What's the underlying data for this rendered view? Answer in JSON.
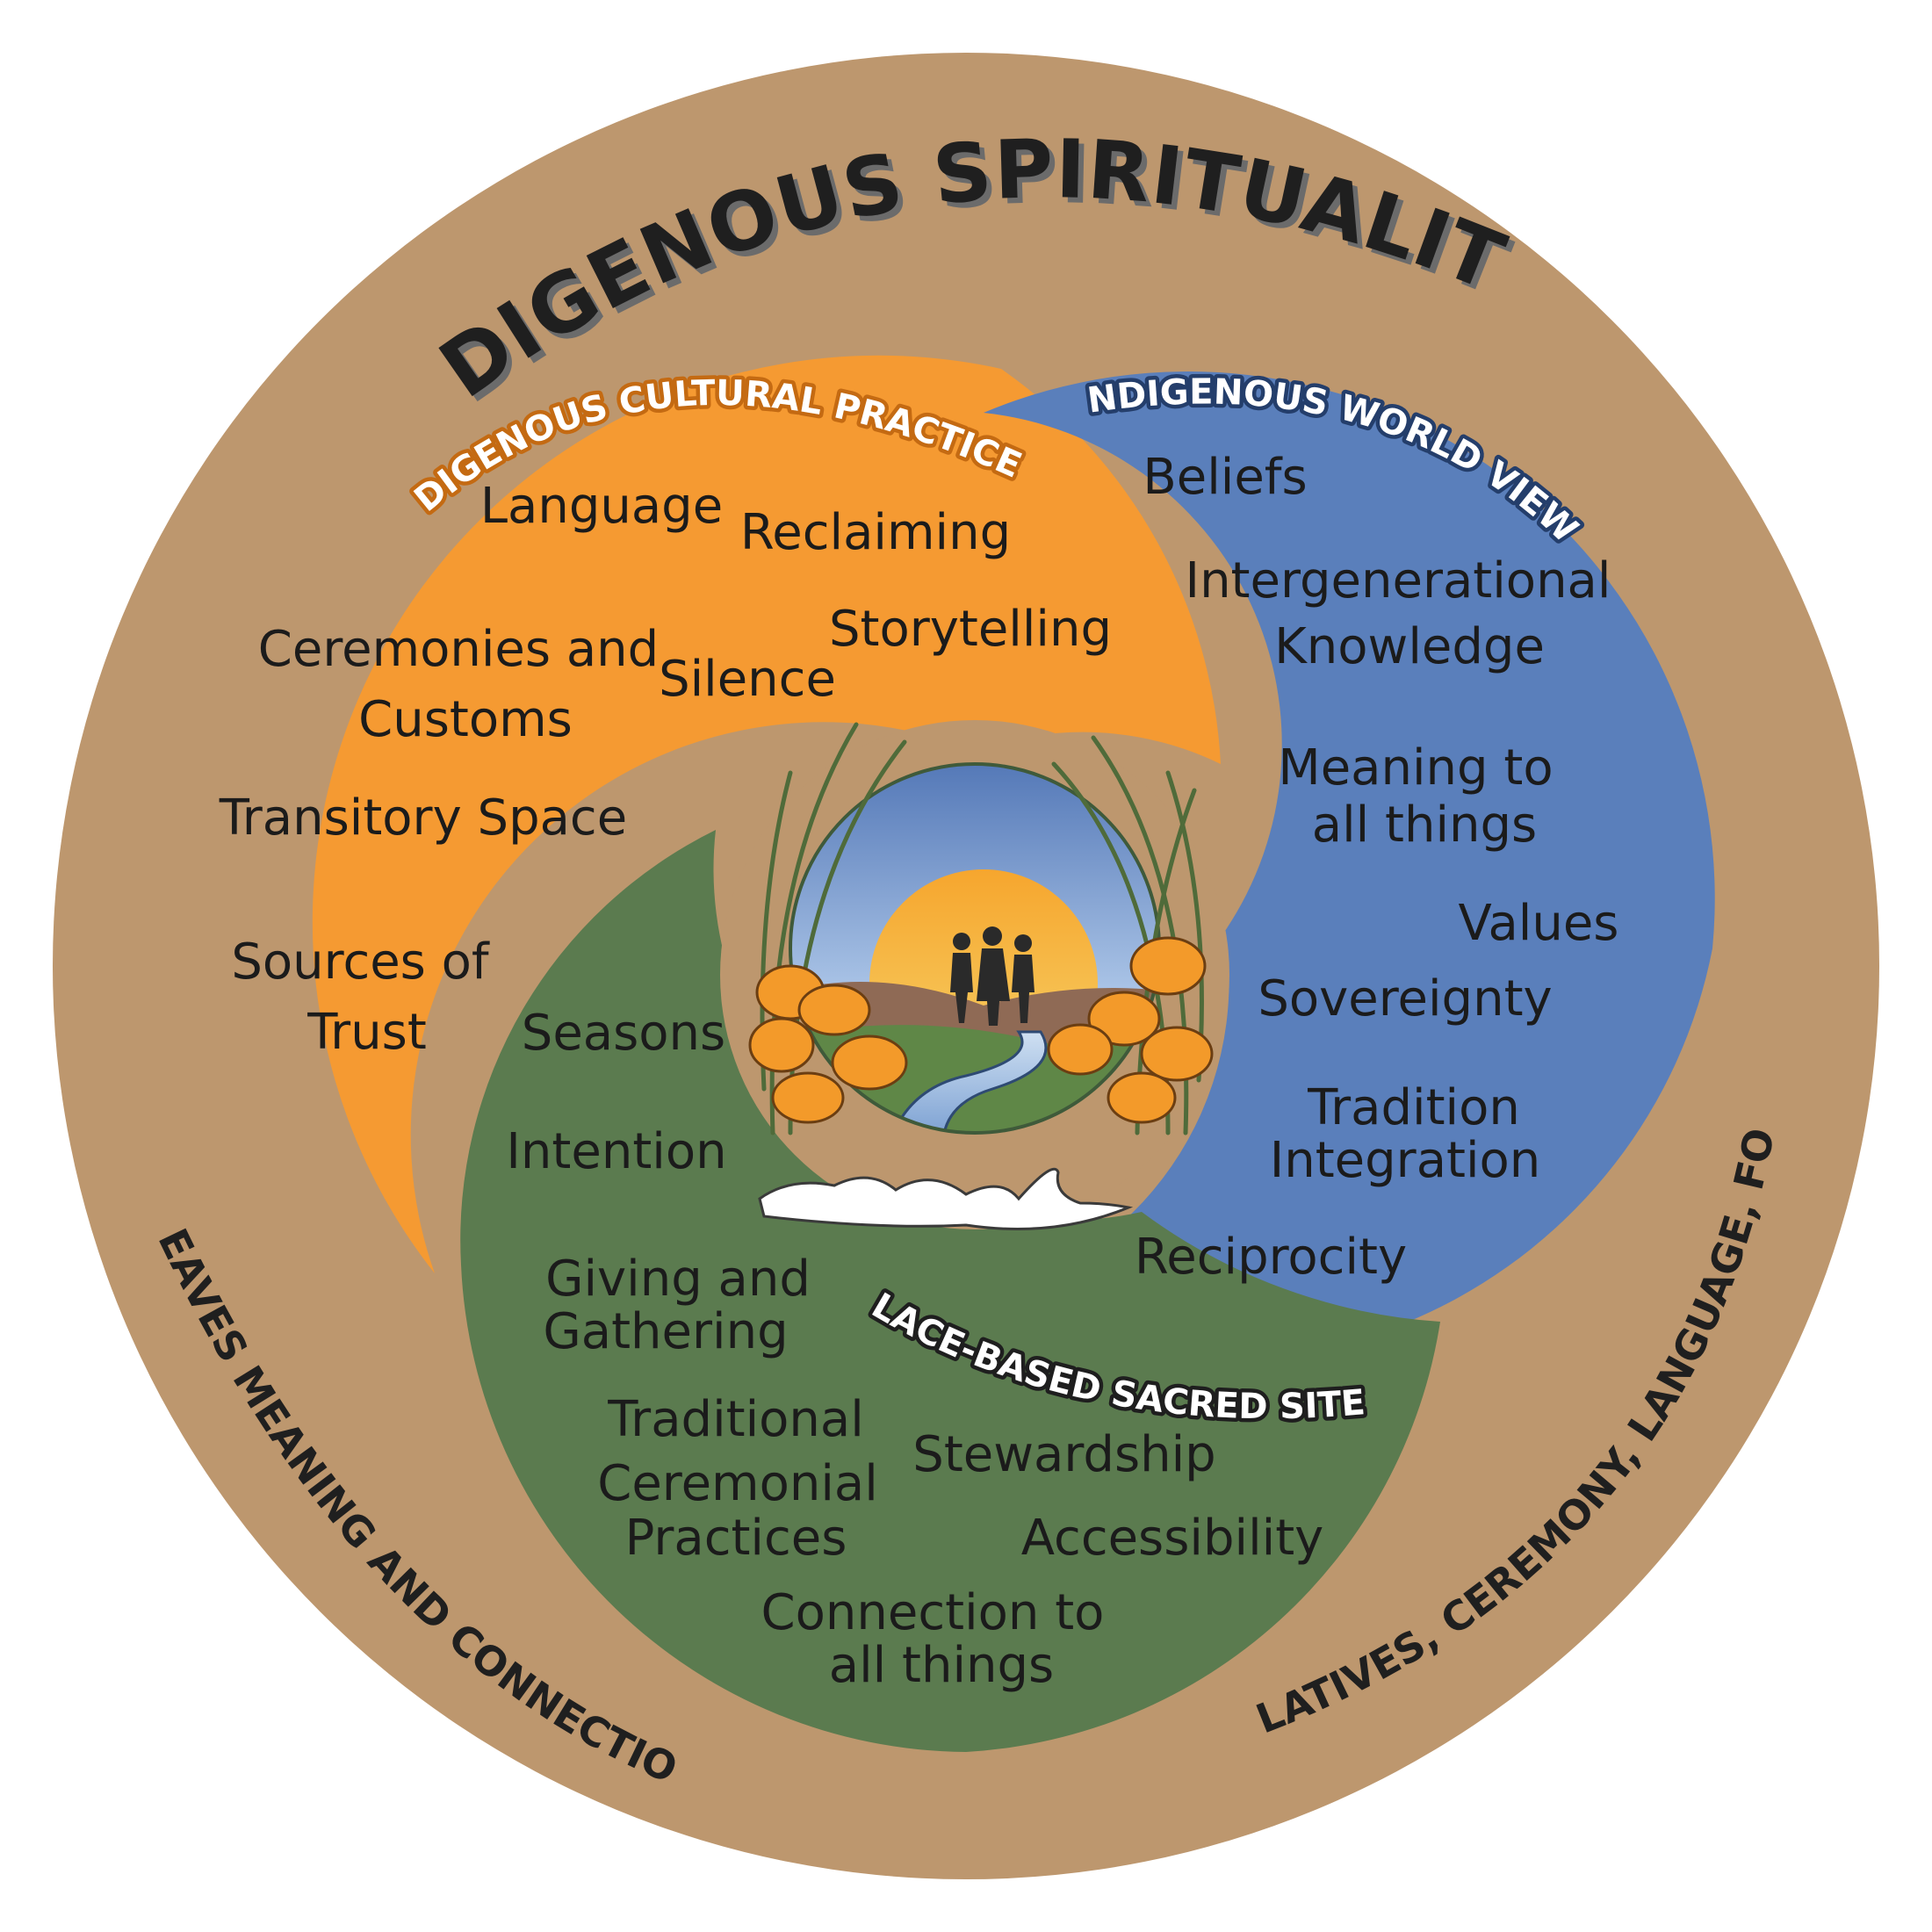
{
  "title": "INDIGENOUS SPIRITUALITY",
  "left_caption": "WEAVES MEANING AND CONNECTION",
  "right_caption": "RELATIVES, CEREMONY, LANGUAGE, FOOD",
  "colors": {
    "outer_ring": "#bd976e",
    "cultural_practices": "#f59a32",
    "world_view": "#5a7fbb",
    "sacred_sites": "#5b7b4f",
    "background": "#ffffff"
  },
  "sections": {
    "cultural_practices": {
      "label": "INDIGENOUS CULTURAL PRACTICES",
      "items": {
        "language": "Language",
        "reclaiming": "Reclaiming",
        "ceremonies_1": "Ceremonies and",
        "ceremonies_2": "Customs",
        "silence": "Silence",
        "storytelling": "Storytelling",
        "transitory_space": "Transitory Space",
        "sources_1": "Sources of",
        "sources_2": "Trust"
      }
    },
    "world_view": {
      "label": "INDIGENOUS WORLD VIEW",
      "items": {
        "beliefs": "Beliefs",
        "intergen_1": "Intergenerational",
        "intergen_2": "Knowledge",
        "meaning_1": "Meaning to",
        "meaning_2": "all things",
        "values": "Values",
        "sovereignty": "Sovereignty",
        "tradition_1": "Tradition",
        "tradition_2": "Integration",
        "reciprocity": "Reciprocity"
      }
    },
    "sacred_sites": {
      "label": "PLACE-BASED SACRED SITES",
      "items": {
        "seasons": "Seasons",
        "intention": "Intention",
        "giving_1": "Giving and",
        "giving_2": "Gathering",
        "traditional_1": "Traditional",
        "traditional_2": "Ceremonial",
        "traditional_3": "Practices",
        "stewardship": "Stewardship",
        "accessibility": "Accessibility",
        "connection_1": "Connection to",
        "connection_2": "all things"
      }
    }
  },
  "center_image": {
    "icon": "landscape-emblem-icon",
    "elements": [
      "sun",
      "three-people-silhouettes",
      "hills",
      "river",
      "poppies",
      "grasses",
      "rapids"
    ]
  }
}
